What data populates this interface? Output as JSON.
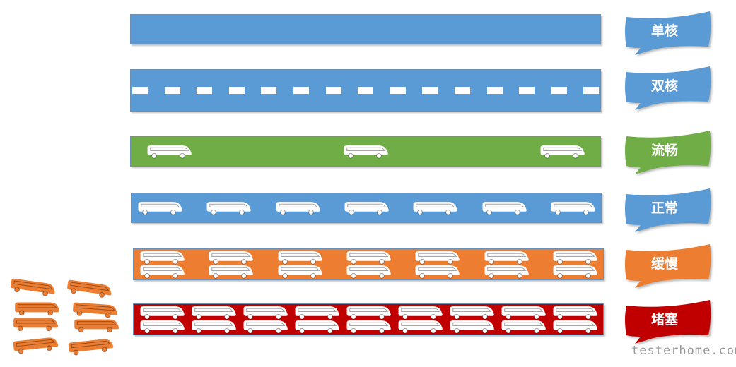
{
  "legend": {
    "lanes": [
      {
        "key": "single_core",
        "label": "单核",
        "lane_color": "#5b9bd5",
        "bubble_color": "#5b9bd5",
        "bus_color": "#ffffff",
        "divider": false,
        "bus_rows": 0,
        "bus_count": 0
      },
      {
        "key": "dual_core",
        "label": "双核",
        "lane_color": "#5b9bd5",
        "bubble_color": "#5b9bd5",
        "bus_color": "#ffffff",
        "divider": true,
        "bus_rows": 0,
        "bus_count": 0
      },
      {
        "key": "smooth",
        "label": "流畅",
        "lane_color": "#70ad47",
        "bubble_color": "#70ad47",
        "bus_color": "#ffffff",
        "divider": false,
        "bus_rows": 1,
        "bus_count": 3
      },
      {
        "key": "normal",
        "label": "正常",
        "lane_color": "#5b9bd5",
        "bubble_color": "#5b9bd5",
        "bus_color": "#ffffff",
        "divider": false,
        "bus_rows": 1,
        "bus_count": 7
      },
      {
        "key": "slow",
        "label": "缓慢",
        "lane_color": "#ed7d31",
        "bubble_color": "#ed7d31",
        "bus_color": "#ffffff",
        "divider": false,
        "bus_rows": 2,
        "bus_count": 7
      },
      {
        "key": "blocked",
        "label": "堵塞",
        "lane_color": "#c00000",
        "bubble_color": "#c00000",
        "bus_color": "#ffffff",
        "divider": false,
        "bus_rows": 2,
        "bus_count": 9
      }
    ]
  },
  "waiting_queue": {
    "bus_color": "#ed7d31",
    "bus_count": 8
  },
  "watermark": {
    "text": "testerhome.com"
  }
}
